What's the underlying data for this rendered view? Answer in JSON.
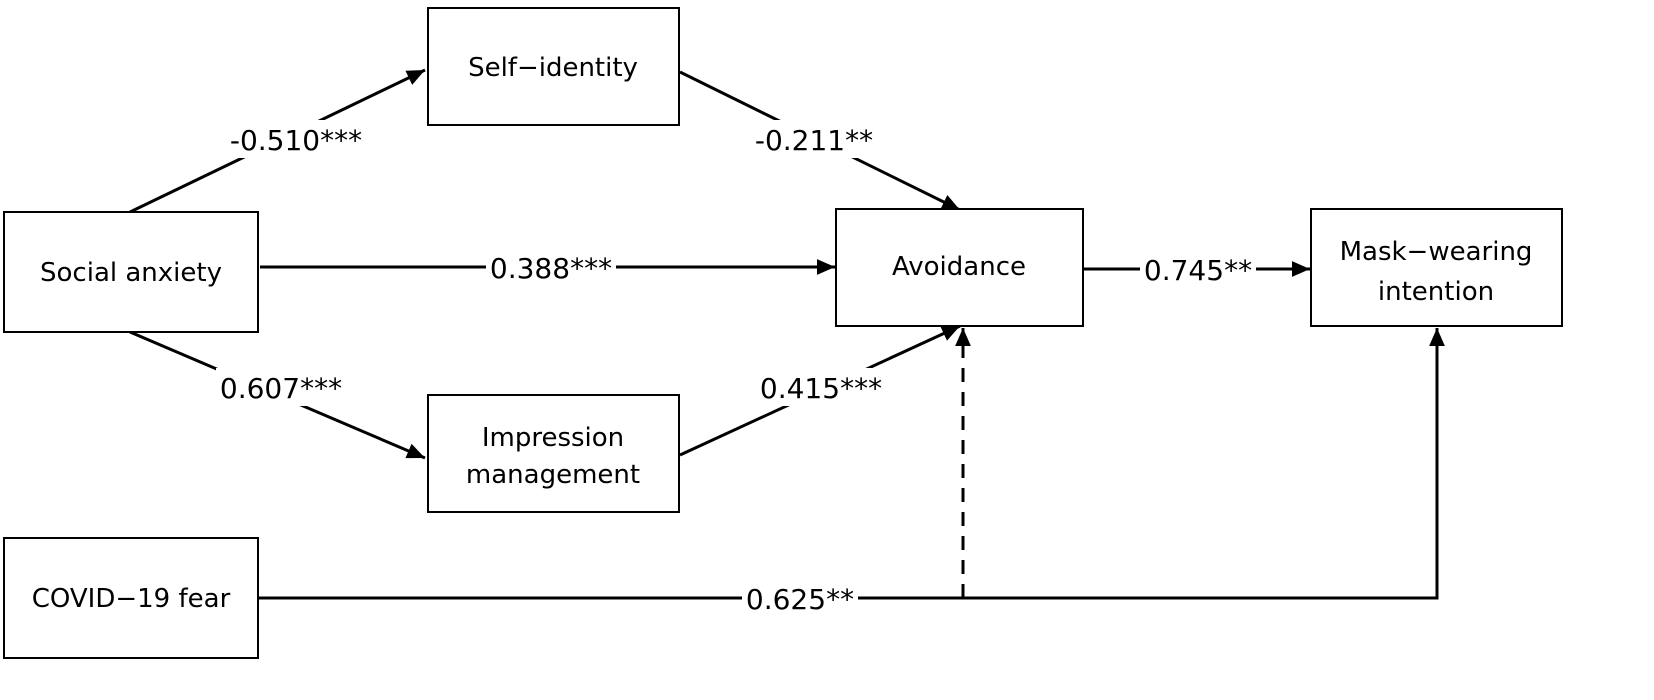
{
  "nodes": {
    "social_anxiety": "Social anxiety",
    "self_identity": "Self−identity",
    "impression_line1": "Impression",
    "impression_line2": "management",
    "avoidance": "Avoidance",
    "mask_line1": "Mask−wearing",
    "mask_line2": "intention",
    "covid_fear": "COVID−19 fear"
  },
  "paths": {
    "social_to_self": "-0.510***",
    "self_to_avoid": "-0.211**",
    "social_to_avoid": "0.388***",
    "social_to_impression": "0.607***",
    "impression_to_avoid": "0.415***",
    "avoid_to_mask": "0.745**",
    "covid_to_mask": "0.625**"
  }
}
